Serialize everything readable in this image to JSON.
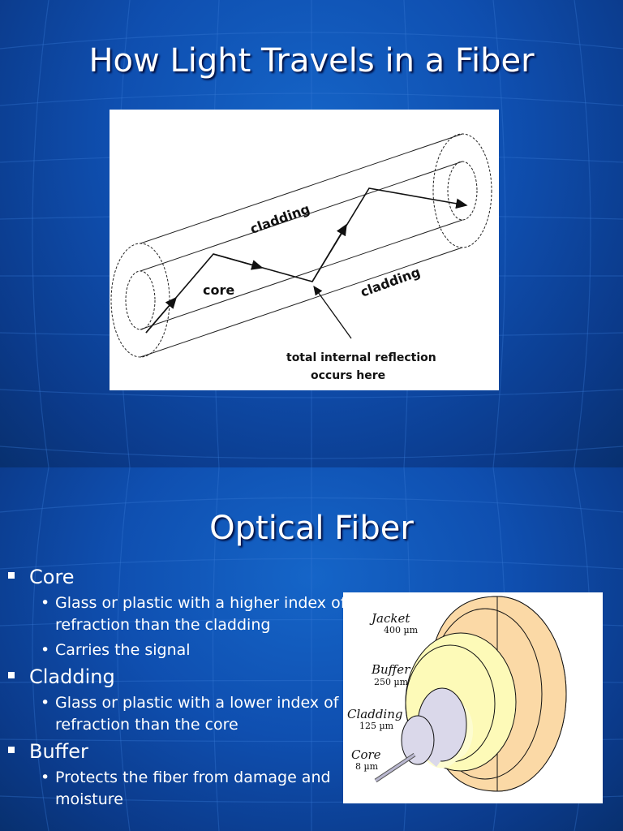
{
  "slide1": {
    "title": "How Light Travels in a Fiber",
    "figure": {
      "label_cladding_top": "cladding",
      "label_cladding_bottom": "cladding",
      "label_core": "core",
      "label_tir_line1": "total internal reflection",
      "label_tir_line2": "occurs here"
    }
  },
  "slide2": {
    "title": "Optical Fiber",
    "bullets": [
      {
        "text": "Core",
        "sub": [
          "Glass or plastic with a higher index of refraction than the cladding",
          "Carries the signal"
        ]
      },
      {
        "text": "Cladding",
        "sub": [
          "Glass or plastic with a lower index of refraction than the core"
        ]
      },
      {
        "text": "Buffer",
        "sub": [
          "Protects the fiber from damage and moisture"
        ]
      }
    ],
    "figure": {
      "jacket_label": "Jacket",
      "jacket_size": "400 µm",
      "buffer_label": "Buffer",
      "buffer_size": "250 µm",
      "cladding_label": "Cladding",
      "cladding_size": "125 µm",
      "core_label": "Core",
      "core_size": "8 µm"
    }
  },
  "colors": {
    "background": "#0f4fb0",
    "jacket": "#fbd9a6",
    "buffer": "#fdfab8",
    "cladding": "#fdfcd0",
    "core": "#dad8ea"
  }
}
